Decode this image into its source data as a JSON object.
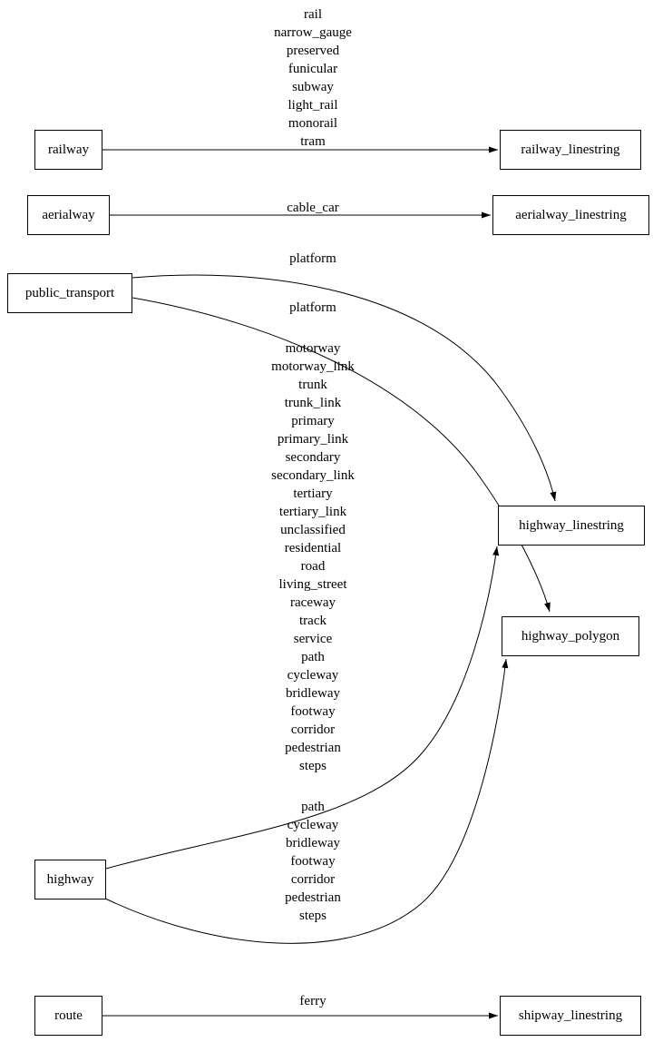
{
  "diagram": {
    "nodes": [
      {
        "id": "railway",
        "label": "railway"
      },
      {
        "id": "railway_linestring",
        "label": "railway_linestring"
      },
      {
        "id": "aerialway",
        "label": "aerialway"
      },
      {
        "id": "aerialway_linestring",
        "label": "aerialway_linestring"
      },
      {
        "id": "public_transport",
        "label": "public_transport"
      },
      {
        "id": "highway_linestring",
        "label": "highway_linestring"
      },
      {
        "id": "highway_polygon",
        "label": "highway_polygon"
      },
      {
        "id": "highway",
        "label": "highway"
      },
      {
        "id": "route",
        "label": "route"
      },
      {
        "id": "shipway_linestring",
        "label": "shipway_linestring"
      }
    ],
    "edges": [
      {
        "from": "railway",
        "to": "railway_linestring",
        "labels": [
          "rail",
          "narrow_gauge",
          "preserved",
          "funicular",
          "subway",
          "light_rail",
          "monorail",
          "tram"
        ]
      },
      {
        "from": "aerialway",
        "to": "aerialway_linestring",
        "labels": [
          "cable_car"
        ]
      },
      {
        "from": "public_transport",
        "to": "highway_linestring",
        "labels": [
          "platform"
        ]
      },
      {
        "from": "public_transport",
        "to": "highway_polygon",
        "labels": [
          "platform"
        ]
      },
      {
        "from": "highway",
        "to": "highway_linestring",
        "labels": [
          "motorway",
          "motorway_link",
          "trunk",
          "trunk_link",
          "primary",
          "primary_link",
          "secondary",
          "secondary_link",
          "tertiary",
          "tertiary_link",
          "unclassified",
          "residential",
          "road",
          "living_street",
          "raceway",
          "track",
          "service",
          "path",
          "cycleway",
          "bridleway",
          "footway",
          "corridor",
          "pedestrian",
          "steps"
        ]
      },
      {
        "from": "highway",
        "to": "highway_polygon",
        "labels": [
          "path",
          "cycleway",
          "bridleway",
          "footway",
          "corridor",
          "pedestrian",
          "steps"
        ]
      },
      {
        "from": "route",
        "to": "shipway_linestring",
        "labels": [
          "ferry"
        ]
      }
    ],
    "colors": {
      "line": "#000000",
      "box_border": "#000000",
      "background": "#ffffff"
    }
  }
}
